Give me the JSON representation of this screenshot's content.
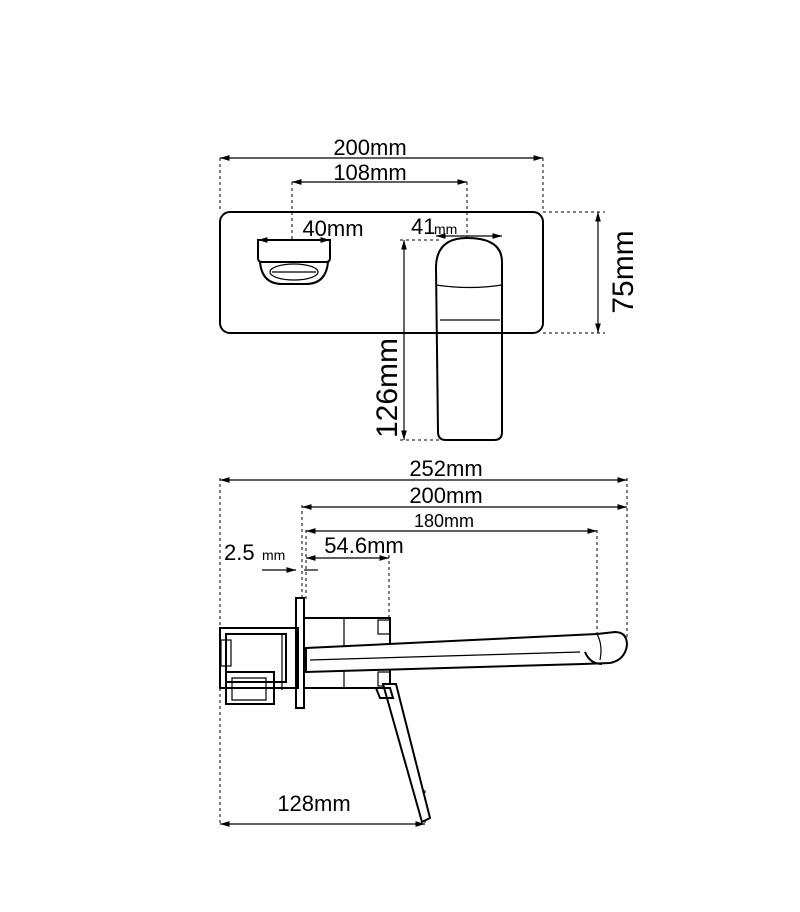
{
  "top_view": {
    "width_label": "200mm",
    "center_spacing_label": "108mm",
    "spout_outlet_label": "40mm",
    "handle_width_value": "41",
    "handle_width_unit": "mm",
    "plate_height_label": "75mm",
    "handle_length_label": "126mm"
  },
  "side_view": {
    "overall_length_label": "252mm",
    "spout_length_label": "200mm",
    "spout_reach_label": "180mm",
    "plate_thickness_value": "2.5",
    "plate_thickness_unit": "mm",
    "lever_offset_label": "54.6mm",
    "lever_depth_label": "128mm"
  }
}
